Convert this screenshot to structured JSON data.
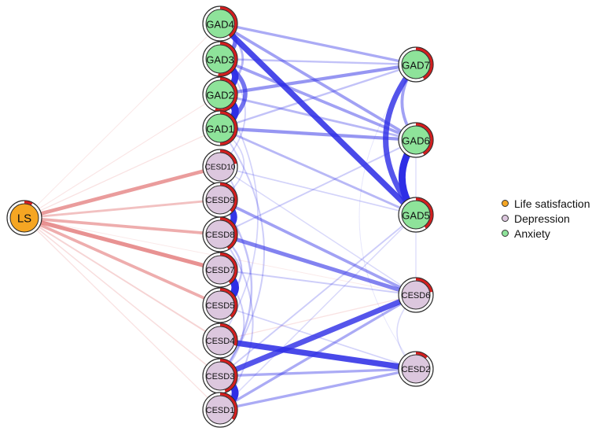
{
  "legend": [
    {
      "key": "life",
      "label": "Life satisfaction",
      "color": "#F5A623"
    },
    {
      "key": "dep",
      "label": "Depression",
      "color": "#DCC7DE"
    },
    {
      "key": "anx",
      "label": "Anxiety",
      "color": "#8EE39A"
    }
  ],
  "colors": {
    "positive_edge": "#2E2EE6",
    "negative_edge": "#D94A4A",
    "pie_predictability": "#D41E1E",
    "node_outline": "#2B2B2B"
  },
  "nodes": [
    {
      "id": "LS",
      "label": "LS",
      "group": "life",
      "pie": 0.08
    },
    {
      "id": "GAD4",
      "label": "GAD4",
      "group": "anx",
      "pie": 0.4
    },
    {
      "id": "GAD3",
      "label": "GAD3",
      "group": "anx",
      "pie": 0.52
    },
    {
      "id": "GAD2",
      "label": "GAD2",
      "group": "anx",
      "pie": 0.55
    },
    {
      "id": "GAD1",
      "label": "GAD1",
      "group": "anx",
      "pie": 0.5
    },
    {
      "id": "CESD10",
      "label": "CESD10",
      "group": "dep",
      "pie": 0.22
    },
    {
      "id": "CESD9",
      "label": "CESD9",
      "group": "dep",
      "pie": 0.38
    },
    {
      "id": "CESD8",
      "label": "CESD8",
      "group": "dep",
      "pie": 0.42
    },
    {
      "id": "CESD7",
      "label": "CESD7",
      "group": "dep",
      "pie": 0.4
    },
    {
      "id": "CESD5",
      "label": "CESD5",
      "group": "dep",
      "pie": 0.38
    },
    {
      "id": "CESD4",
      "label": "CESD4",
      "group": "dep",
      "pie": 0.3
    },
    {
      "id": "CESD3",
      "label": "CESD3",
      "group": "dep",
      "pie": 0.45
    },
    {
      "id": "CESD1",
      "label": "CESD1",
      "group": "dep",
      "pie": 0.35
    },
    {
      "id": "GAD7",
      "label": "GAD7",
      "group": "anx",
      "pie": 0.42
    },
    {
      "id": "GAD6",
      "label": "GAD6",
      "group": "anx",
      "pie": 0.42
    },
    {
      "id": "GAD5",
      "label": "GAD5",
      "group": "anx",
      "pie": 0.4
    },
    {
      "id": "CESD6",
      "label": "CESD6",
      "group": "dep",
      "pie": 0.22
    },
    {
      "id": "CESD2",
      "label": "CESD2",
      "group": "dep",
      "pie": 0.12
    }
  ],
  "edges": [
    {
      "from": "LS",
      "to": "CESD10",
      "sign": "neg",
      "w": 0.45
    },
    {
      "from": "LS",
      "to": "CESD9",
      "sign": "neg",
      "w": 0.25
    },
    {
      "from": "LS",
      "to": "CESD8",
      "sign": "neg",
      "w": 0.35
    },
    {
      "from": "LS",
      "to": "CESD7",
      "sign": "neg",
      "w": 0.5
    },
    {
      "from": "LS",
      "to": "CESD5",
      "sign": "neg",
      "w": 0.35
    },
    {
      "from": "LS",
      "to": "CESD4",
      "sign": "neg",
      "w": 0.15
    },
    {
      "from": "LS",
      "to": "CESD3",
      "sign": "neg",
      "w": 0.1
    },
    {
      "from": "LS",
      "to": "CESD1",
      "sign": "neg",
      "w": 0.08
    },
    {
      "from": "LS",
      "to": "GAD1",
      "sign": "neg",
      "w": 0.08
    },
    {
      "from": "LS",
      "to": "GAD2",
      "sign": "neg",
      "w": 0.06
    },
    {
      "from": "LS",
      "to": "GAD4",
      "sign": "neg",
      "w": 0.05
    },
    {
      "from": "LS",
      "to": "CESD6",
      "sign": "neg",
      "w": 0.04
    },
    {
      "from": "GAD4",
      "to": "GAD3",
      "sign": "pos",
      "w": 0.55,
      "curve": 24
    },
    {
      "from": "GAD3",
      "to": "GAD2",
      "sign": "pos",
      "w": 0.85,
      "curve": 24
    },
    {
      "from": "GAD2",
      "to": "GAD1",
      "sign": "pos",
      "w": 0.95,
      "curve": 24
    },
    {
      "from": "GAD3",
      "to": "GAD1",
      "sign": "pos",
      "w": 0.55,
      "curve": 40
    },
    {
      "from": "GAD4",
      "to": "GAD2",
      "sign": "pos",
      "w": 0.25,
      "curve": 36
    },
    {
      "from": "GAD4",
      "to": "GAD5",
      "sign": "pos",
      "w": 0.75
    },
    {
      "from": "GAD4",
      "to": "GAD7",
      "sign": "pos",
      "w": 0.3
    },
    {
      "from": "GAD4",
      "to": "GAD6",
      "sign": "pos",
      "w": 0.35
    },
    {
      "from": "GAD3",
      "to": "GAD6",
      "sign": "pos",
      "w": 0.35
    },
    {
      "from": "GAD3",
      "to": "GAD7",
      "sign": "pos",
      "w": 0.2
    },
    {
      "from": "GAD2",
      "to": "GAD7",
      "sign": "pos",
      "w": 0.4
    },
    {
      "from": "GAD2",
      "to": "GAD6",
      "sign": "pos",
      "w": 0.25
    },
    {
      "from": "GAD1",
      "to": "GAD6",
      "sign": "pos",
      "w": 0.4
    },
    {
      "from": "GAD1",
      "to": "GAD5",
      "sign": "pos",
      "w": 0.25
    },
    {
      "from": "GAD1",
      "to": "GAD7",
      "sign": "pos",
      "w": 0.2
    },
    {
      "from": "GAD7",
      "to": "GAD6",
      "sign": "pos",
      "w": 0.35,
      "curve": -22
    },
    {
      "from": "GAD6",
      "to": "GAD5",
      "sign": "pos",
      "w": 0.9,
      "curve": -22
    },
    {
      "from": "GAD7",
      "to": "GAD5",
      "sign": "pos",
      "w": 0.7,
      "curve": -48
    },
    {
      "from": "CESD9",
      "to": "CESD8",
      "sign": "pos",
      "w": 0.85,
      "curve": 22
    },
    {
      "from": "CESD7",
      "to": "CESD5",
      "sign": "pos",
      "w": 1.0,
      "curve": 24
    },
    {
      "from": "CESD3",
      "to": "CESD1",
      "sign": "pos",
      "w": 0.9,
      "curve": 24
    },
    {
      "from": "CESD8",
      "to": "CESD6",
      "sign": "pos",
      "w": 0.5
    },
    {
      "from": "CESD9",
      "to": "CESD6",
      "sign": "pos",
      "w": 0.35
    },
    {
      "from": "CESD4",
      "to": "CESD2",
      "sign": "pos",
      "w": 0.75
    },
    {
      "from": "CESD3",
      "to": "CESD6",
      "sign": "pos",
      "w": 0.7
    },
    {
      "from": "CESD3",
      "to": "CESD2",
      "sign": "pos",
      "w": 0.3
    },
    {
      "from": "CESD1",
      "to": "CESD6",
      "sign": "pos",
      "w": 0.3
    },
    {
      "from": "CESD1",
      "to": "CESD2",
      "sign": "pos",
      "w": 0.3
    },
    {
      "from": "CESD6",
      "to": "CESD2",
      "sign": "pos",
      "w": 0.1,
      "curve": -30
    },
    {
      "from": "CESD10",
      "to": "CESD8",
      "sign": "pos",
      "w": 0.15,
      "curve": 26
    },
    {
      "from": "CESD8",
      "to": "CESD5",
      "sign": "pos",
      "w": 0.2,
      "curve": 34
    },
    {
      "from": "CESD9",
      "to": "CESD3",
      "sign": "pos",
      "w": 0.2,
      "curve": 50
    },
    {
      "from": "CESD7",
      "to": "CESD3",
      "sign": "pos",
      "w": 0.15,
      "curve": 38
    },
    {
      "from": "CESD8",
      "to": "CESD1",
      "sign": "pos",
      "w": 0.15,
      "curve": 52
    },
    {
      "from": "GAD1",
      "to": "CESD3",
      "sign": "pos",
      "w": 0.15,
      "curve": 70
    },
    {
      "from": "GAD2",
      "to": "CESD4",
      "sign": "pos",
      "w": 0.12,
      "curve": 60
    },
    {
      "from": "GAD1",
      "to": "CESD9",
      "sign": "pos",
      "w": 0.12,
      "curve": 38
    },
    {
      "from": "GAD3",
      "to": "CESD10",
      "sign": "pos",
      "w": 0.12,
      "curve": 40
    },
    {
      "from": "GAD5",
      "to": "CESD3",
      "sign": "pos",
      "w": 0.15
    },
    {
      "from": "GAD6",
      "to": "CESD8",
      "sign": "pos",
      "w": 0.15
    },
    {
      "from": "GAD5",
      "to": "CESD10",
      "sign": "pos",
      "w": 0.12
    },
    {
      "from": "GAD6",
      "to": "CESD6",
      "sign": "pos",
      "w": 0.08
    },
    {
      "from": "CESD5",
      "to": "CESD2",
      "sign": "pos",
      "w": 0.12
    },
    {
      "from": "CESD7",
      "to": "CESD6",
      "sign": "pos",
      "w": 0.15
    },
    {
      "from": "CESD4",
      "to": "CESD6",
      "sign": "neg",
      "w": 0.08
    },
    {
      "from": "CESD10",
      "to": "CESD6",
      "sign": "pos",
      "w": 0.1
    },
    {
      "from": "GAD7",
      "to": "CESD2",
      "sign": "pos",
      "w": 0.04,
      "curve": -90
    },
    {
      "from": "CESD1",
      "to": "GAD5",
      "sign": "pos",
      "w": 0.1
    }
  ]
}
